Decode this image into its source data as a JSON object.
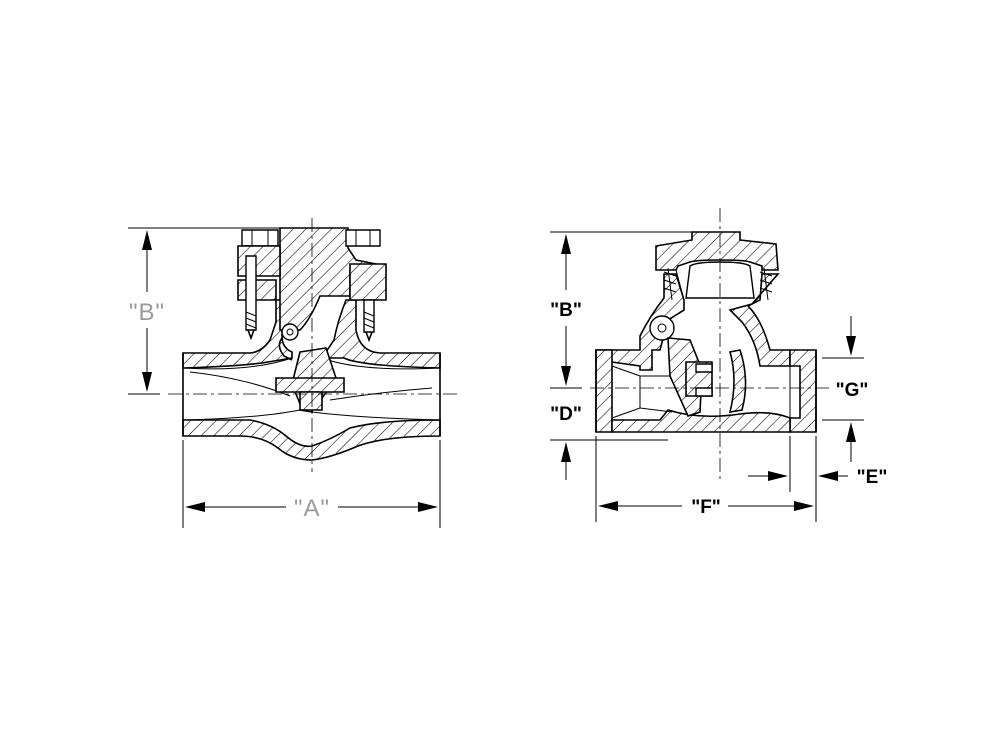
{
  "left_view": {
    "dim_a": "\"A\"",
    "dim_b": "\"B\""
  },
  "right_view": {
    "dim_b": "\"B\"",
    "dim_d": "\"D\"",
    "dim_e": "\"E\"",
    "dim_f": "\"F\"",
    "dim_g": "\"G\""
  }
}
